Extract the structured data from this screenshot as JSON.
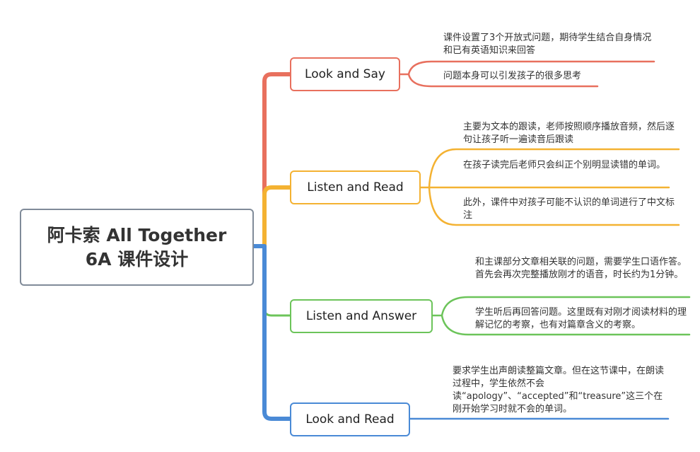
{
  "colors": {
    "red": "#e8705e",
    "orange": "#f4b232",
    "green": "#6cc45a",
    "blue": "#4a8ad6",
    "root_border": "#808b99"
  },
  "root": {
    "line1": "阿卡索 All Together",
    "line2": "6A 课件设计"
  },
  "branches": [
    {
      "label": "Look and Say",
      "leaves": [
        "课件设置了3个开放式问题，期待学生结合自身情况和已有英语知识来回答",
        "问题本身可以引发孩子的很多思考"
      ]
    },
    {
      "label": "Listen and Read",
      "leaves": [
        "主要为文本的跟读，老师按照顺序播放音频，然后逐句让孩子听一遍读音后跟读",
        "在孩子读完后老师只会纠正个别明显读错的单词。",
        "此外，课件中对孩子可能不认识的单词进行了中文标注"
      ]
    },
    {
      "label": "Listen and Answer",
      "leaves": [
        "和主课部分文章相关联的问题，需要学生口语作答。首先会再次完整播放刚才的语音，时长约为1分钟。",
        "学生听后再回答问题。这里既有对刚才阅读材料的理解记忆的考察，也有对篇章含义的考察。"
      ]
    },
    {
      "label": "Look and Read",
      "leaves": [
        "要求学生出声朗读整篇文章。但在这节课中，在朗读过程中，学生依然不会读“apology”、“accepted”和“treasure”这三个在刚开始学习时就不会的单词。"
      ]
    }
  ]
}
